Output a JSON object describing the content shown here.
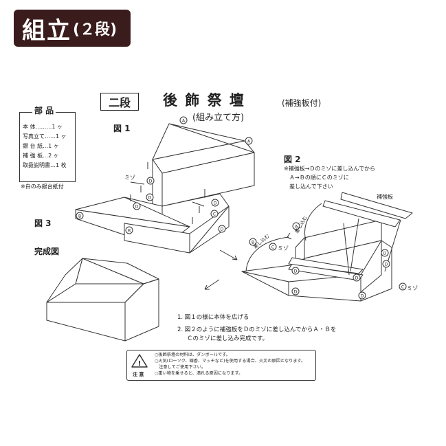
{
  "badge": {
    "main": "組立",
    "sub": "(２段)"
  },
  "header": {
    "box_label": "二段",
    "title": "後 飾 祭 壇",
    "title_note": "(補強板付)",
    "subtitle": "(組み立て方)"
  },
  "parts": {
    "heading": "部 品",
    "rows": [
      "本 体………1 ヶ",
      "写真立て……1 ヶ",
      "銀 台 紙…1 ヶ",
      "補 強 板…2 ヶ",
      "取扱説明書…1 枚"
    ],
    "note": "※白のみ銀台紙付"
  },
  "figures": {
    "fig1": "図 1",
    "fig2": "図 2",
    "fig3": "図 3",
    "done": "完成図",
    "fig2_note": [
      "※補強板→Ｄのミゾに差し込んでから",
      "Ａ→Ｂの順にＣのミゾに",
      "差し込んで下さい"
    ],
    "hokyoban": "補強板",
    "sashikomu": "差し込む",
    "mizo": "ミゾ"
  },
  "letters": {
    "a": "A",
    "b": "B",
    "c": "C",
    "d": "D"
  },
  "steps": [
    "1. 図１の様に本体を広げる",
    "2. 図２のように補強板をＤのミゾに差し込んでからＡ・Ｂを",
    "Ｃのミゾに差し込み完成です。"
  ],
  "warning": {
    "label": "注 意",
    "lines": [
      "○後飾祭壇の材料は、ダンボールです。",
      "○火気(ローソク、線香、マッチなど)を使用する場合、火災の原因となります。",
      "　注意してご使用下さい。",
      "○重い物を乗せると、潰れる原因になります。"
    ]
  }
}
